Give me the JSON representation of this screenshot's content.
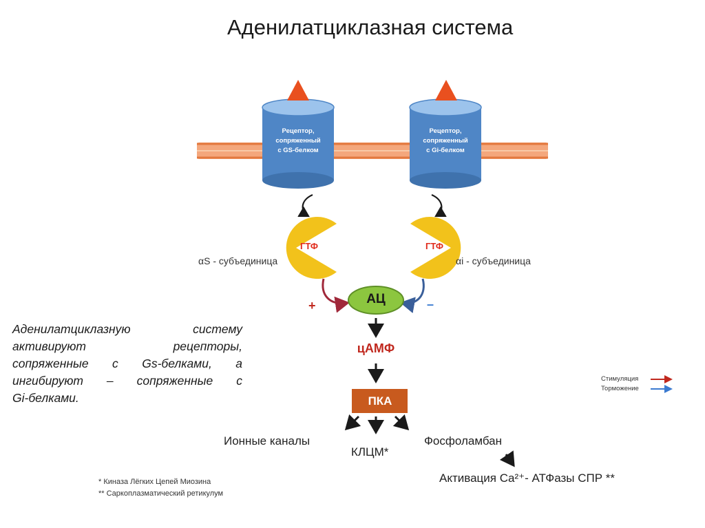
{
  "title": "Аденилатциклазная система",
  "description_lines": [
    "Аденилатциклазную систему",
    "активируют рецепторы,",
    "сопряженные с Gs-белками, а",
    "ингибируют – сопряженные с",
    "Gi-белками."
  ],
  "receptors": {
    "gs_lines": [
      "Рецептор,",
      "сопряженный",
      "с GS-белком"
    ],
    "gi_lines": [
      "Рецептор,",
      "сопряженный",
      "с Gi-белком"
    ]
  },
  "gtp_label": "ГТФ",
  "alpha_s_label": "αS - субъединица",
  "alpha_i_label": "αi - субъединица",
  "plus_sign": "+",
  "minus_sign": "–",
  "ac_label": "АЦ",
  "camp_label": "цАМФ",
  "pka_label": "ПКА",
  "effects": {
    "ion_channels": "Ионные каналы",
    "mlck": "КЛЦМ*",
    "phospholamban": "Фосфоламбан",
    "activation": "Активация Ca²⁺- АТФазы СПР **"
  },
  "legend": {
    "stimulation": "Стимуляция",
    "inhibition": "Торможение"
  },
  "footnotes": {
    "note1": "* Киназа Лёгких Цепей Миозина",
    "note2": "** Саркоплазматический ретикулум"
  },
  "colors": {
    "membrane": "#f4a77c",
    "membrane_stroke": "#e3793f",
    "cylinder": "#4f86c6",
    "cylinder_top": "#9cc3ec",
    "triangle": "#e9501f",
    "gtp_shape": "#f2c21b",
    "ac_fill": "#8cc63f",
    "pka_fill": "#c85a1e",
    "stimulation": "#c0281e",
    "inhibition": "#3a7ad0",
    "plus": "#c0281e",
    "minus": "#3a7ad0"
  }
}
